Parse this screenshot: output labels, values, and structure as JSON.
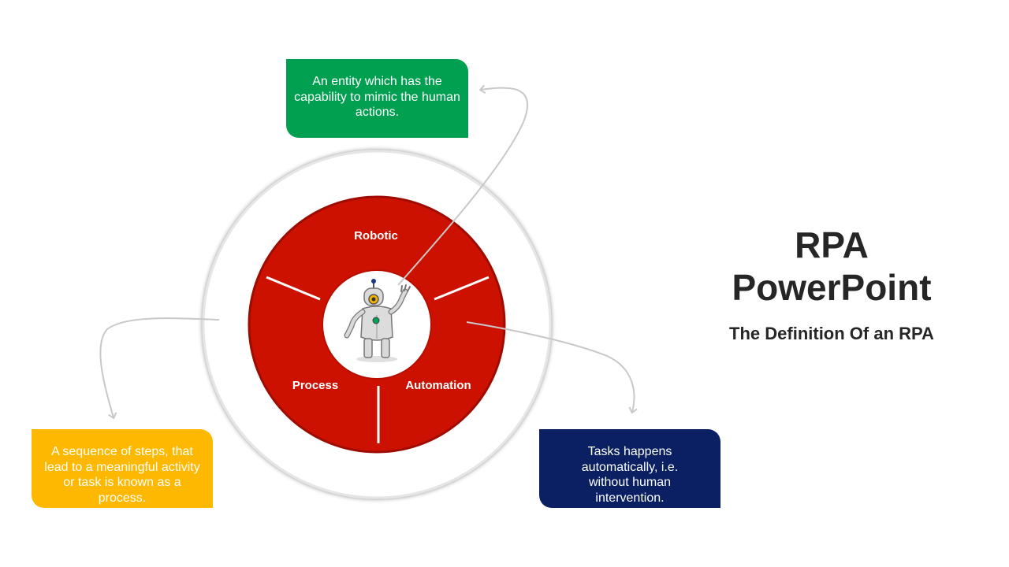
{
  "colors": {
    "red": "#cc1100",
    "green": "#00a050",
    "yellow": "#ffb800",
    "navy": "#0b1f63",
    "connector": "#c8c8c8"
  },
  "title": {
    "main": "RPA\nPowerPoint",
    "subtitle": "The Definition Of an RPA"
  },
  "wheel": {
    "segments": {
      "robotic": "Robotic",
      "process": "Process",
      "automation": "Automation"
    },
    "center_icon": "robot-icon"
  },
  "definitions": {
    "robotic": "An entity which has the capability to mimic the human actions.",
    "process": "A sequence of steps, that lead to a meaningful activity or task is known as a process.",
    "automation": "Tasks happens automatically, i.e. without human intervention."
  }
}
